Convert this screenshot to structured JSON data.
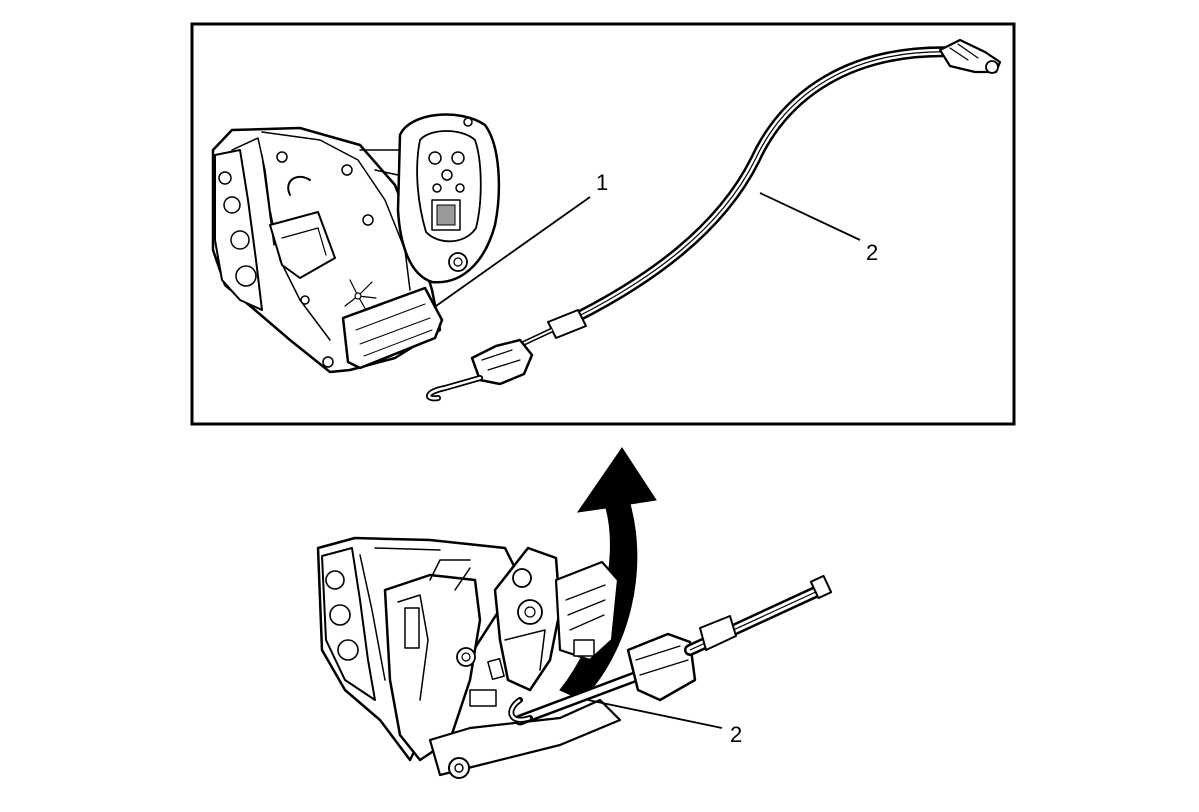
{
  "callouts": {
    "detail_lock_label": "1",
    "detail_cable_label": "2",
    "main_cable_label": "2"
  },
  "colors": {
    "ink": "#000000",
    "paper": "#ffffff",
    "shade": "#9a9a9a"
  }
}
